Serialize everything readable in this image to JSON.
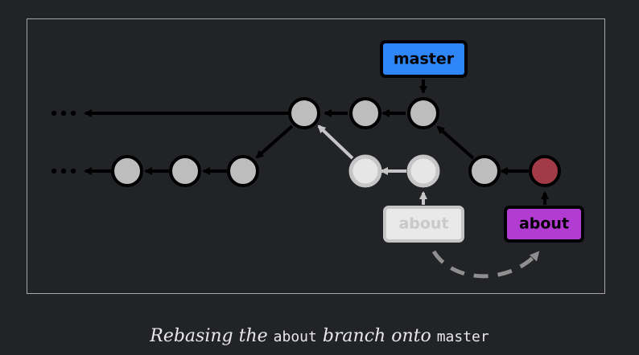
{
  "figure": {
    "caption": {
      "prefix": "Rebasing the ",
      "branch": "about",
      "middle": " branch onto ",
      "target": "master"
    },
    "labels": {
      "master": "master",
      "about_old": "about",
      "about_new": "about"
    },
    "colors": {
      "background": "#222327",
      "frame_border": "#a7a7a9",
      "commit_fill": "#bdbdbd",
      "ghost_commit_fill": "#e6e6e6",
      "new_commit_fill": "#a33a47",
      "master_label_fill": "#2f86f6",
      "about_label_fill": "#b23bd2",
      "ghost_label_fill": "#e9e9e9",
      "ghost_arrow": "#c6c6c6",
      "dashed_arrow": "#8f8f8f"
    },
    "icons": [
      "ellipsis-icon",
      "arrow-icon",
      "dashed-arrow-icon"
    ]
  }
}
